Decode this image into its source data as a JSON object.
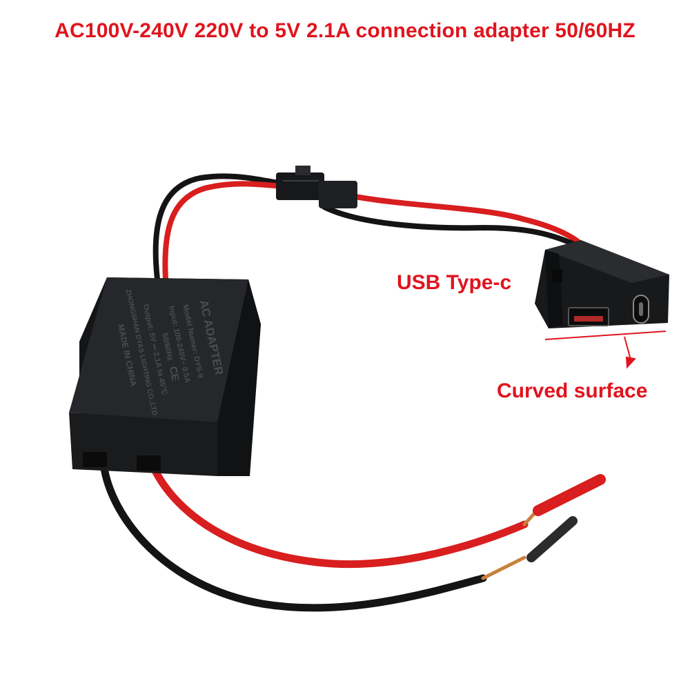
{
  "headline": "AC100V-240V 220V to 5V 2.1A connection adapter 50/60HZ",
  "callouts": {
    "usb": "USB Type-c",
    "curved": "Curved surface"
  },
  "adapter_label": {
    "line1": "AC ADAPTER",
    "line2": "Model Numer: DYS-9",
    "line3": "Input: 100-240V~ 0.5A",
    "line4": "50/60Hz",
    "line5": "Output: 5V ⎓ 2.1A ta 45°C",
    "line6": "ZHONGSHAN DYAS LIGHTING CO.,LTD",
    "line7": "MADE IN CHINA",
    "ce": "CE"
  },
  "colors": {
    "accent": "#e0141e",
    "housing": "#1d1f22",
    "wire_red": "#d81e1e",
    "wire_black": "#141414",
    "copper": "#c8803e"
  },
  "icons": {
    "usb_a_port": "usb-a-port-icon",
    "usb_c_port": "usb-c-port-icon"
  }
}
